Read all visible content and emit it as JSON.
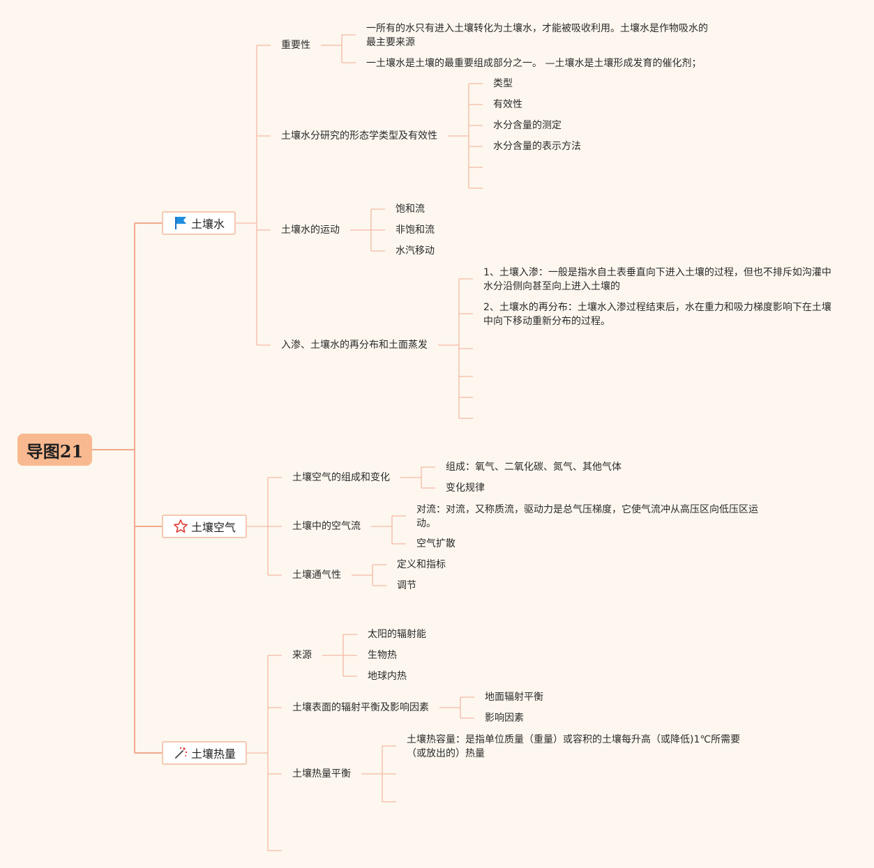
{
  "root": {
    "label": "导图21"
  },
  "branches": [
    {
      "label": "土壤水",
      "icon": "flag-icon",
      "children": [
        {
          "label": "重要性",
          "items": [
            "一所有的水只有进入土壤转化为土壤水，才能被吸收利用。土壤水是作物吸水的最主要来源",
            "一土壤水是土壤的最重要组成部分之一。 —土壤水是土壤形成发育的催化剂；"
          ]
        },
        {
          "label": "土壤水分研究的形态学类型及有效性",
          "items": [
            "类型",
            "有效性",
            "水分含量的测定",
            "水分含量的表示方法"
          ]
        },
        {
          "label": "土壤水的运动",
          "items": [
            "饱和流",
            "非饱和流",
            "水汽移动"
          ]
        },
        {
          "label": "入渗、土壤水的再分布和土面蒸发",
          "items": [
            "1、土壤入渗：一般是指水自土表垂直向下进入土壤的过程，但也不排斥如沟灌中水分沿侧向甚至向上进入土壤的",
            "2、土壤水的再分布：土壤水入渗过程结束后，水在重力和吸力梯度影响下在土壤中向下移动重新分布的过程。"
          ]
        }
      ]
    },
    {
      "label": "土壤空气",
      "icon": "star-icon",
      "children": [
        {
          "label": "土壤空气的组成和变化",
          "items": [
            "组成：氧气、二氧化碳、氮气、其他气体",
            "变化规律"
          ]
        },
        {
          "label": "土壤中的空气流",
          "items": [
            "对流：对流，又称质流，驱动力是总气压梯度，它使气流冲从高压区向低压区运动。",
            "空气扩散"
          ]
        },
        {
          "label": "土壤通气性",
          "items": [
            "定义和指标",
            "调节"
          ]
        }
      ]
    },
    {
      "label": "土壤热量",
      "icon": "sparkle-wand-icon",
      "children": [
        {
          "label": "来源",
          "items": [
            "太阳的辐射能",
            "生物热",
            "地球内热"
          ]
        },
        {
          "label": "土壤表面的辐射平衡及影响因素",
          "items": [
            "地面辐射平衡",
            "影响因素"
          ]
        },
        {
          "label": "土壤热量平衡",
          "items": [
            "土壤热容量：是指单位质量（重量）或容积的土壤每升高（或降低)1℃所需要（或放出的）热量"
          ]
        }
      ]
    }
  ]
}
